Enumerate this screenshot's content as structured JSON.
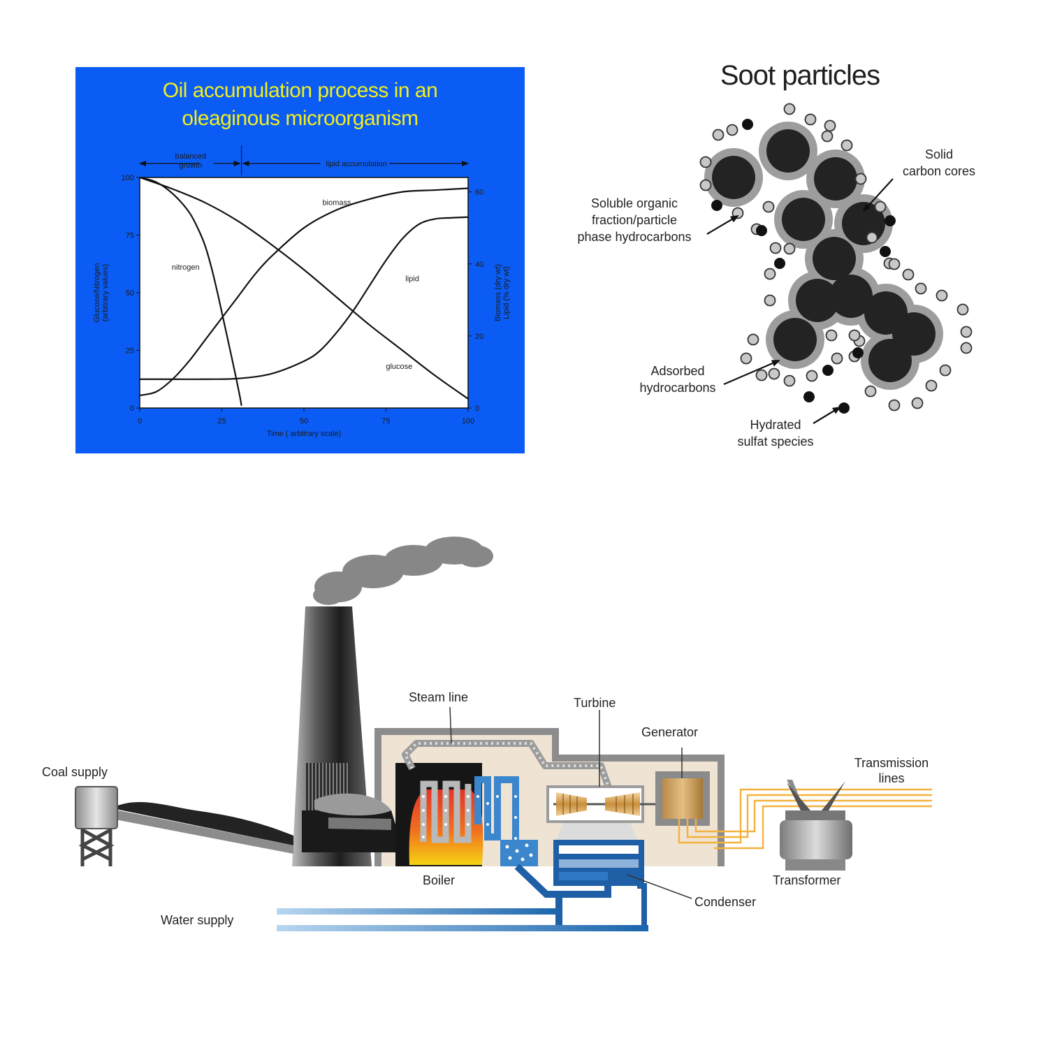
{
  "chart_data": {
    "type": "line",
    "title": "Oil accumulation process in an oleaginous microorganism",
    "xlabel": "Time ( arbitrary scale)",
    "ylabel_left": [
      "Glucose/Nitrogen",
      "(arbitrary values)"
    ],
    "ylabel_right": [
      "Biomass (dry wt)",
      "Lipid (% dry wt)"
    ],
    "xlim": [
      0,
      100
    ],
    "ylim_left": [
      0,
      100
    ],
    "ylim_right": [
      0,
      64
    ],
    "x_ticks": [
      0,
      25,
      50,
      75,
      100
    ],
    "y_left_ticks": [
      0,
      25,
      50,
      75,
      100
    ],
    "y_right_ticks": [
      0,
      20,
      40,
      60
    ],
    "phases": [
      {
        "label": [
          "balanced",
          "growth"
        ],
        "x_start": 0,
        "x_end": 31
      },
      {
        "label": [
          "lipid accumulation"
        ],
        "x_start": 31,
        "x_end": 100
      }
    ],
    "series": [
      {
        "name": "nitrogen",
        "axis": "left",
        "points": [
          [
            0,
            100
          ],
          [
            5,
            98
          ],
          [
            10,
            93
          ],
          [
            15,
            85
          ],
          [
            18,
            77
          ],
          [
            20,
            70
          ],
          [
            22,
            60
          ],
          [
            24,
            48
          ],
          [
            26,
            35
          ],
          [
            28,
            22
          ],
          [
            29.5,
            12
          ],
          [
            30.5,
            5
          ],
          [
            31,
            1
          ]
        ]
      },
      {
        "name": "glucose",
        "axis": "left",
        "points": [
          [
            0,
            100
          ],
          [
            10,
            95
          ],
          [
            20,
            89
          ],
          [
            30,
            81
          ],
          [
            40,
            71
          ],
          [
            50,
            60
          ],
          [
            60,
            48
          ],
          [
            70,
            36
          ],
          [
            80,
            25
          ],
          [
            90,
            14
          ],
          [
            100,
            4
          ]
        ]
      },
      {
        "name": "biomass",
        "axis": "right",
        "points": [
          [
            0,
            3.5
          ],
          [
            5,
            4.5
          ],
          [
            10,
            8
          ],
          [
            15,
            13
          ],
          [
            20,
            19
          ],
          [
            25,
            25
          ],
          [
            30,
            31
          ],
          [
            35,
            37
          ],
          [
            40,
            42
          ],
          [
            50,
            50
          ],
          [
            60,
            55
          ],
          [
            70,
            58
          ],
          [
            80,
            60
          ],
          [
            90,
            60.5
          ],
          [
            100,
            61
          ]
        ]
      },
      {
        "name": "lipid",
        "axis": "right",
        "points": [
          [
            0,
            8
          ],
          [
            10,
            8
          ],
          [
            20,
            8
          ],
          [
            30,
            8.2
          ],
          [
            40,
            9.5
          ],
          [
            50,
            13
          ],
          [
            55,
            16
          ],
          [
            60,
            21
          ],
          [
            65,
            27
          ],
          [
            70,
            34
          ],
          [
            75,
            41
          ],
          [
            80,
            47
          ],
          [
            85,
            51
          ],
          [
            90,
            52.5
          ],
          [
            95,
            52.8
          ],
          [
            100,
            53
          ]
        ]
      }
    ],
    "curve_labels": [
      {
        "name": "biomass",
        "x": 60,
        "y": 88
      },
      {
        "name": "nitrogen",
        "x": 14,
        "y": 60
      },
      {
        "name": "lipid",
        "x": 83,
        "y": 55
      },
      {
        "name": "glucose",
        "x": 79,
        "y": 17
      }
    ]
  },
  "soot": {
    "title": "Soot particles",
    "labels": {
      "solid_cores": [
        "Solid",
        "carbon cores"
      ],
      "soluble": [
        "Soluble organic",
        "fraction/particle",
        "phase hydrocarbons"
      ],
      "adsorbed": [
        "Adsorbed",
        "hydrocarbons"
      ],
      "sulfate": [
        "Hydrated",
        "sulfat species"
      ]
    },
    "colors": {
      "core": "#232323",
      "shell": "#9d9d9d",
      "small": "#c8c8c8",
      "black_dot": "#111111"
    }
  },
  "plant": {
    "labels": {
      "coal_supply": "Coal supply",
      "steam_line": "Steam line",
      "turbine": "Turbine",
      "generator": "Generator",
      "transmission": [
        "Transmission",
        "lines"
      ],
      "boiler": "Boiler",
      "transformer": "Transformer",
      "condenser": "Condenser",
      "water_supply": "Water supply"
    },
    "colors": {
      "water": "#2c6fb3",
      "wire": "#f5b13c",
      "building": "#efe3d3",
      "smoke": "#878787",
      "fire": "#e8472c"
    }
  }
}
